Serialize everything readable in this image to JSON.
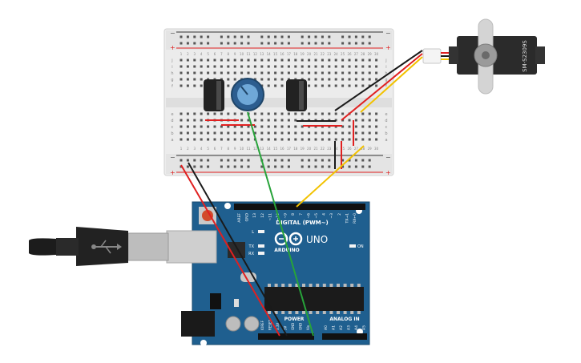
{
  "breadboard": {
    "col_numbers": [
      "1",
      "2",
      "3",
      "4",
      "5",
      "6",
      "7",
      "8",
      "9",
      "10",
      "11",
      "12",
      "13",
      "14",
      "15",
      "16",
      "17",
      "18",
      "19",
      "20",
      "21",
      "22",
      "23",
      "24",
      "25",
      "26",
      "27",
      "28",
      "29",
      "30"
    ],
    "row_letters_top": [
      "j",
      "i",
      "h",
      "g",
      "f"
    ],
    "row_letters_bottom": [
      "e",
      "d",
      "c",
      "b",
      "a"
    ],
    "rail_plus": "+",
    "rail_minus": "−"
  },
  "servo": {
    "model": "SM-S2309S"
  },
  "arduino": {
    "brand": "ARDUINO",
    "model": "UNO",
    "digital_header": "DIGITAL (PWM~)",
    "power_header": "POWER",
    "analog_header": "ANALOG IN",
    "led_l": "L",
    "led_tx": "TX",
    "led_rx": "RX",
    "on_label": "ON",
    "digital_pins": [
      "AREF",
      "GND",
      "13",
      "12",
      "~11",
      "~10",
      "~9",
      "8",
      "7",
      "~6",
      "~5",
      "4",
      "~3",
      "2",
      "TX→1",
      "RX←0"
    ],
    "power_pins": [
      "IOREF",
      "RESET",
      "3.3V",
      "5V",
      "GND",
      "GND",
      "Vin"
    ],
    "analog_pins": [
      "A0",
      "A1",
      "A2",
      "A3",
      "A4",
      "A5"
    ]
  },
  "colors": {
    "board_blue": "#1f5f8f",
    "wire_red": "#e02020",
    "wire_black": "#1a1a1a",
    "wire_green": "#27a33a",
    "wire_yellow": "#f2c200"
  }
}
